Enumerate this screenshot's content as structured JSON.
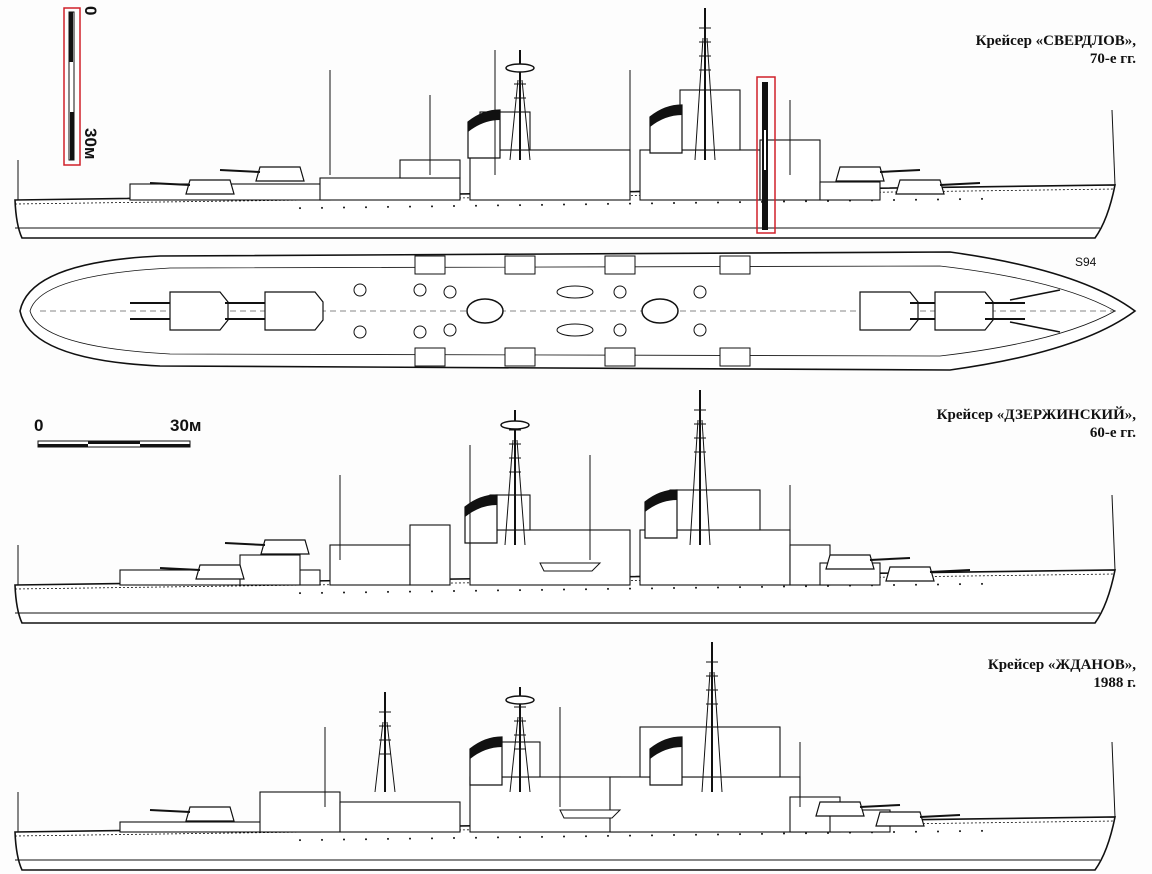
{
  "ships": [
    {
      "name": "Крейсер «СВЕРДЛОВ»,",
      "period": "70-е гг.",
      "views": [
        "side-profile",
        "plan-view"
      ]
    },
    {
      "name": "Крейсер «ДЗЕРЖИНСКИЙ»,",
      "period": "60-е гг.",
      "views": [
        "side-profile"
      ]
    },
    {
      "name": "Крейсер «ЖДАНОВ»,",
      "period": "1988 г.",
      "views": [
        "side-profile"
      ]
    }
  ],
  "scale_bars": [
    {
      "start_label": "0",
      "end_label": "30м",
      "orientation": "vertical",
      "highlighted": true
    },
    {
      "start_label": "0",
      "end_label": "30м",
      "orientation": "horizontal",
      "highlighted": false
    }
  ],
  "signature": "S94",
  "colors": {
    "ink": "#111111",
    "highlight": "#d0202a",
    "paper": "#fdfdfd"
  }
}
